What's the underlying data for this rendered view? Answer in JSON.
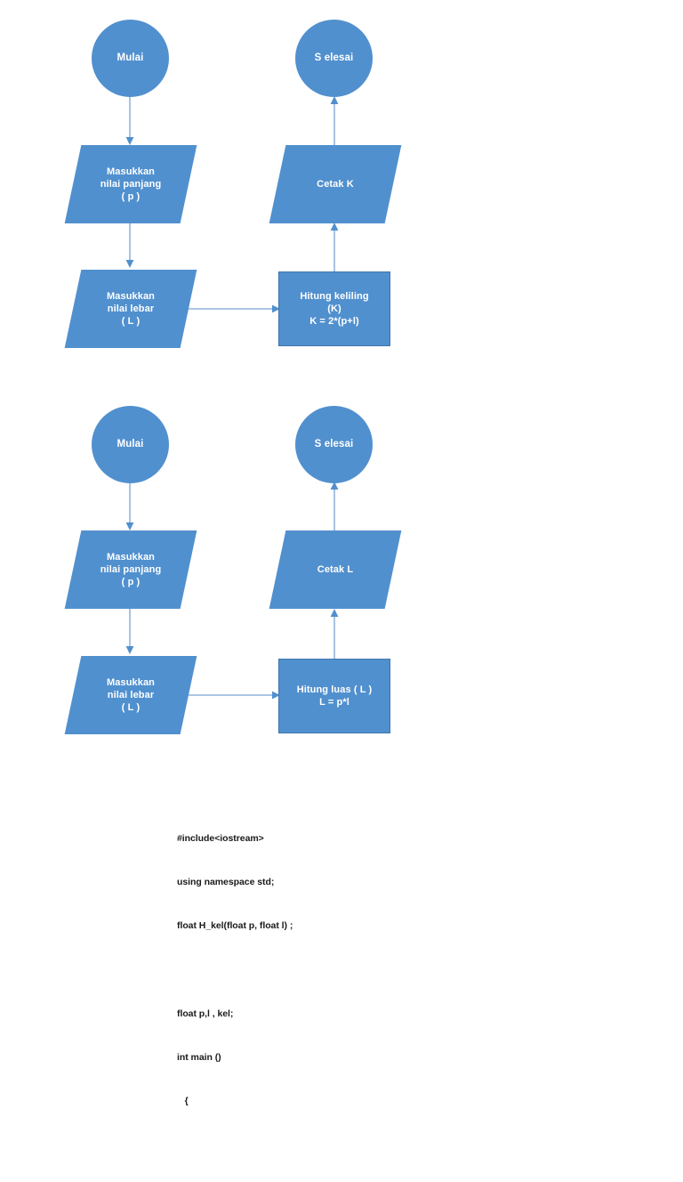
{
  "document": {
    "background_color": "#ffffff",
    "shape_fill": "#5190CE",
    "shape_border": "#3F76AE",
    "connector_color": "#8FB4DC",
    "shape_text_color": "#ffffff",
    "code_text_color": "#1a1a1a"
  },
  "flowcharts": [
    {
      "id": "keliling",
      "nodes": {
        "start": {
          "label": "Mulai",
          "shape": "circle"
        },
        "input_panjang": {
          "label": "Masukkan\nnilai panjang\n( p )",
          "shape": "parallelogram"
        },
        "input_lebar": {
          "label": "Masukkan\nnilai lebar\n( L )",
          "shape": "parallelogram"
        },
        "process": {
          "label": "Hitung keliling\n(K)\nK = 2*(p+l)",
          "shape": "rectangle"
        },
        "output": {
          "label": "Cetak K",
          "shape": "parallelogram"
        },
        "end": {
          "label": "S elesai",
          "shape": "circle"
        }
      }
    },
    {
      "id": "luas",
      "nodes": {
        "start": {
          "label": "Mulai",
          "shape": "circle"
        },
        "input_panjang": {
          "label": "Masukkan\nnilai panjang\n( p )",
          "shape": "parallelogram"
        },
        "input_lebar": {
          "label": "Masukkan\nnilai lebar\n( L )",
          "shape": "parallelogram"
        },
        "process": {
          "label": "Hitung luas ( L )\nL = p*l",
          "shape": "rectangle"
        },
        "output": {
          "label": "Cetak L",
          "shape": "parallelogram"
        },
        "end": {
          "label": "S elesai",
          "shape": "circle"
        }
      }
    }
  ],
  "code": {
    "lines": [
      "#include<iostream>",
      "using namespace std;",
      "float H_kel(float p, float l) ;",
      "",
      "float p,l , kel;",
      "int main ()",
      "   {"
    ],
    "clipped_line": "        "
  }
}
